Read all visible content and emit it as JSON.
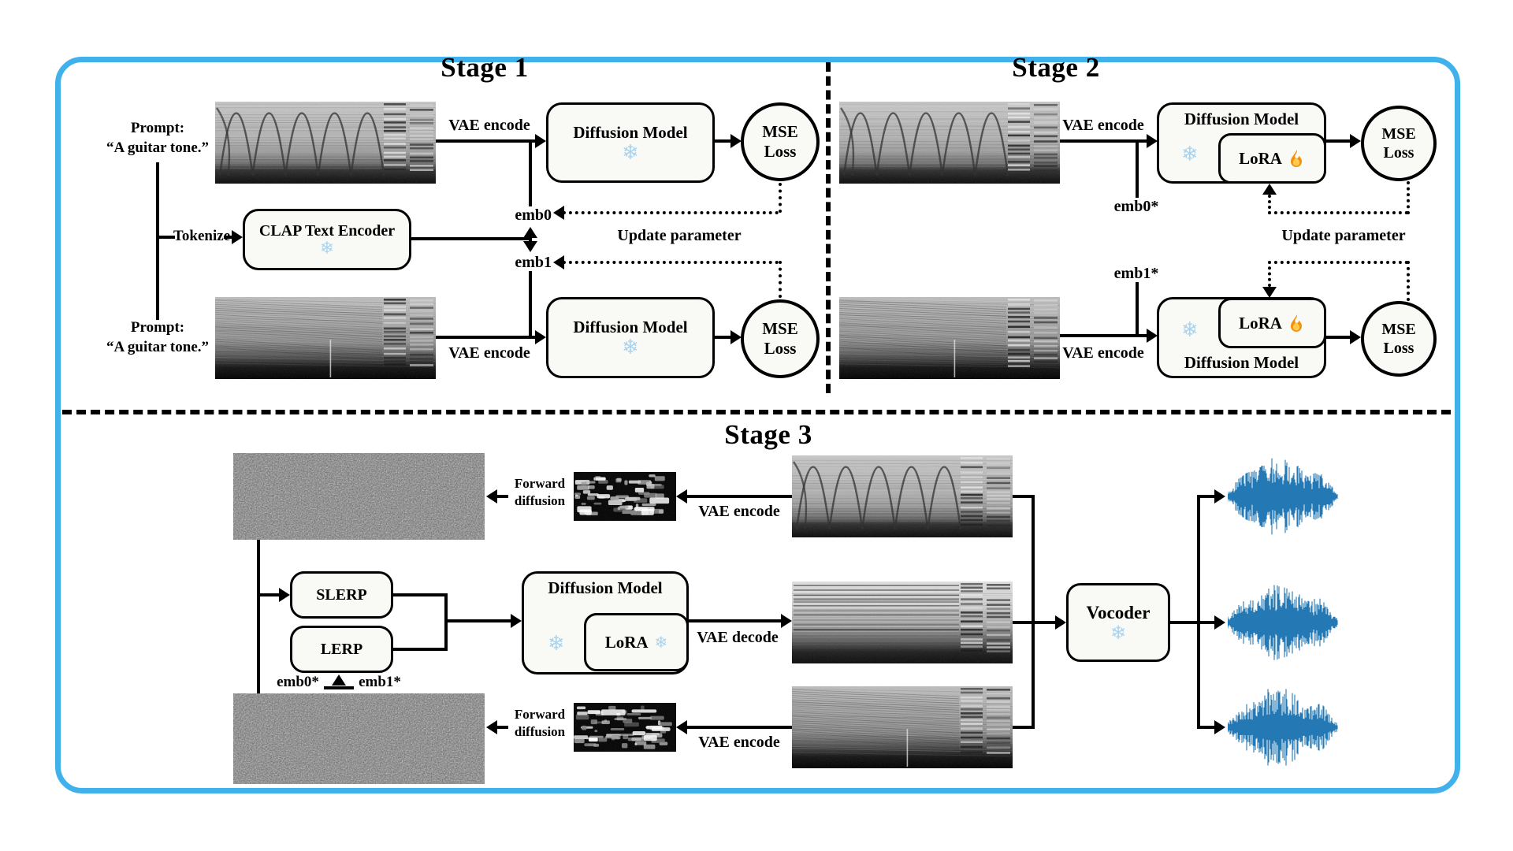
{
  "figure": {
    "stage1": {
      "title": "Stage 1",
      "prompt_label": "Prompt:",
      "prompt_quote": "“A  guitar tone.”",
      "tokenize": "Tokenize",
      "clap_encoder": "CLAP Text Encoder",
      "vae_encode": "VAE encode",
      "diffusion_model": "Diffusion Model",
      "mse": "MSE",
      "loss": "Loss",
      "emb0": "emb0",
      "emb1": "emb1",
      "update_parameter": "Update parameter"
    },
    "stage2": {
      "title": "Stage 2",
      "vae_encode": "VAE encode",
      "diffusion_model": "Diffusion Model",
      "lora": "LoRA",
      "mse": "MSE",
      "loss": "Loss",
      "emb0": "emb0*",
      "emb1": "emb1*",
      "update_parameter": "Update parameter"
    },
    "stage3": {
      "title": "Stage 3",
      "forward_line1": "Forward",
      "forward_line2": "diffusion",
      "vae_encode": "VAE encode",
      "vae_decode": "VAE decode",
      "slerp": "SLERP",
      "lerp": "LERP",
      "emb0": "emb0*",
      "emb1": "emb1*",
      "diffusion_model": "Diffusion Model",
      "lora": "LoRA",
      "vocoder": "Vocoder"
    },
    "icons": {
      "snowflake": "❄"
    },
    "colors": {
      "border_blue": "#41b1ec",
      "waveform_blue": "#2478b4",
      "snowflake_blue": "#a8d4f0",
      "fire_orange": "#f4900c",
      "fire_yellow": "#ffcc4d",
      "box_fill": "#f9f9f6",
      "line_black": "#000000"
    }
  }
}
